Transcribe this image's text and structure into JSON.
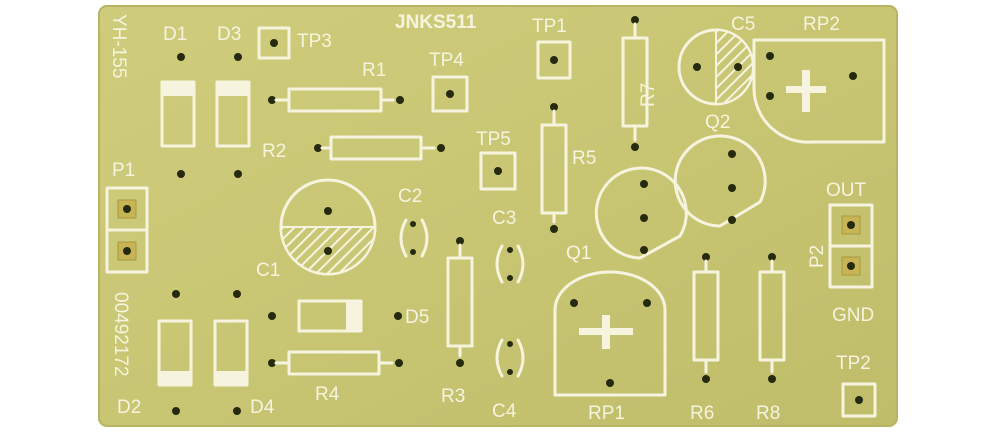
{
  "board": {
    "colors": {
      "substrate": "#c9c776",
      "substrate_edge": "#b7b565",
      "silkscreen": "#f6f4de",
      "pad": "#c6b455",
      "hole": "#262a0e"
    },
    "model": "YH-155",
    "brand": "JNKS511",
    "serial": "00492172",
    "labels": {
      "d1": "D1",
      "d2": "D2",
      "d3": "D3",
      "d4": "D4",
      "d5": "D5",
      "tp1": "TP1",
      "tp2": "TP2",
      "tp3": "TP3",
      "tp4": "TP4",
      "tp5": "TP5",
      "r1": "R1",
      "r2": "R2",
      "r3": "R3",
      "r4": "R4",
      "r5": "R5",
      "r6": "R6",
      "r7": "R7",
      "r8": "R8",
      "c1": "C1",
      "c2": "C2",
      "c3": "C3",
      "c4": "C4",
      "c5": "C5",
      "q1": "Q1",
      "q2": "Q2",
      "rp1": "RP1",
      "rp2": "RP2",
      "p1": "P1",
      "p2": "P2",
      "out": "OUT",
      "gnd": "GND"
    }
  }
}
